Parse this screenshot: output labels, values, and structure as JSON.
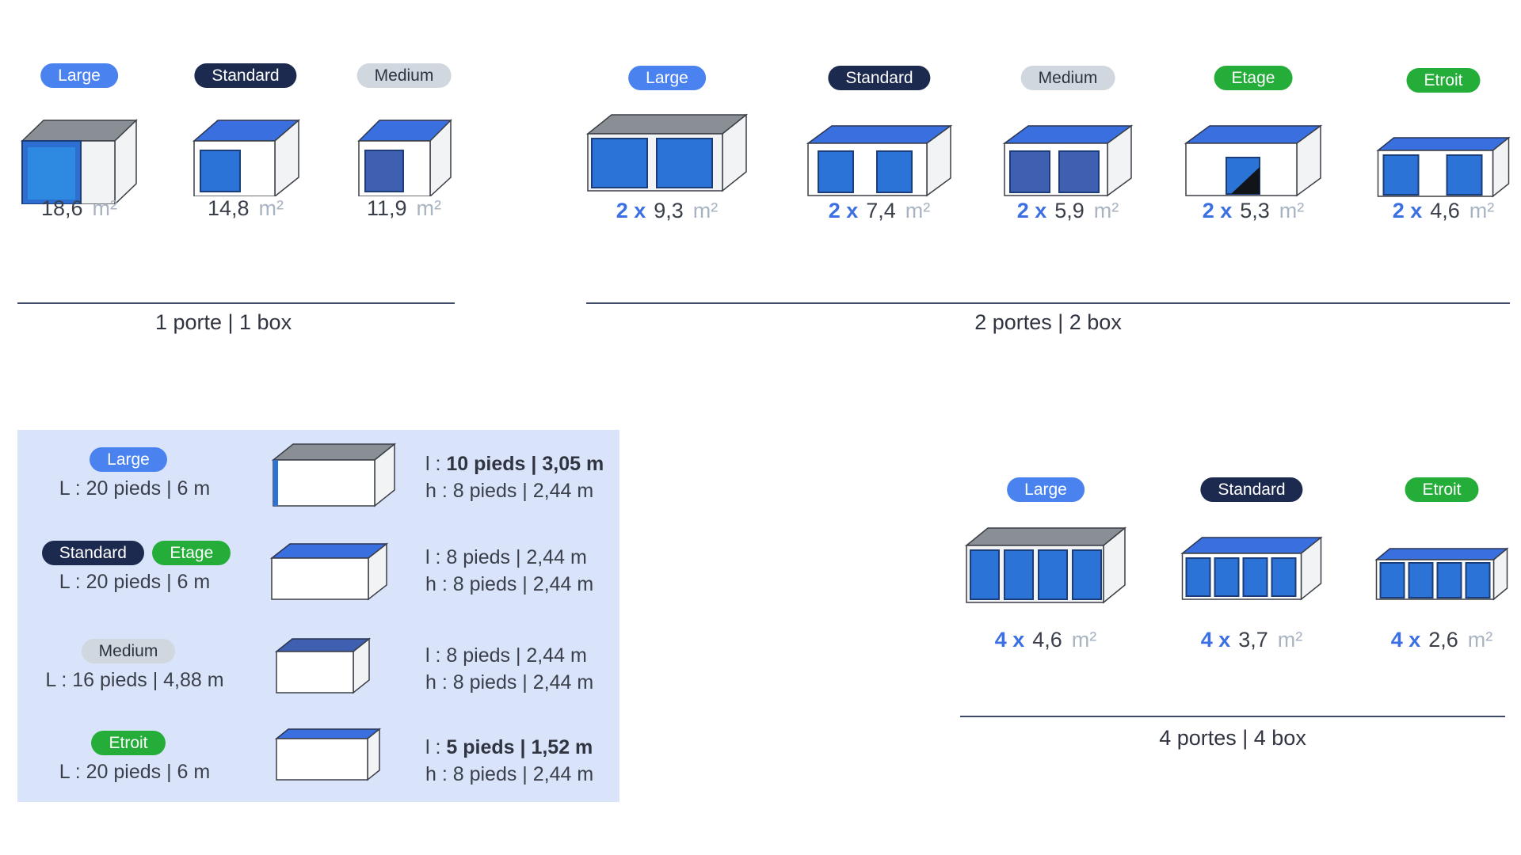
{
  "colors": {
    "large_badge": "#4a82f0",
    "standard_badge": "#1d2a4f",
    "medium_badge": "#d0d7de",
    "green_badge": "#25ad3a",
    "door_blue": "#2b73d6",
    "roof_blue": "#3a6fe0",
    "roof_gray": "#8a8f96",
    "legend_bg": "#d9e4fb"
  },
  "group1": {
    "label": "1 porte | 1 box",
    "units": [
      {
        "badge": "Large",
        "area": "18,6",
        "unit": "m²",
        "doors": 1,
        "roof": "gray"
      },
      {
        "badge": "Standard",
        "area": "14,8",
        "unit": "m²",
        "doors": 1,
        "roof": "blue"
      },
      {
        "badge": "Medium",
        "area": "11,9",
        "unit": "m²",
        "doors": 1,
        "roof": "blue"
      }
    ]
  },
  "group2": {
    "label": "2 portes | 2 box",
    "units": [
      {
        "badge": "Large",
        "mult": "2 x",
        "area": "9,3",
        "unit": "m²",
        "doors": 2,
        "roof": "gray"
      },
      {
        "badge": "Standard",
        "mult": "2 x",
        "area": "7,4",
        "unit": "m²",
        "doors": 2,
        "roof": "blue"
      },
      {
        "badge": "Medium",
        "mult": "2 x",
        "area": "5,9",
        "unit": "m²",
        "doors": 2,
        "roof": "blue"
      },
      {
        "badge": "Etage",
        "mult": "2 x",
        "area": "5,3",
        "unit": "m²",
        "doors": 1,
        "roof": "blue"
      },
      {
        "badge": "Etroit",
        "mult": "2 x",
        "area": "4,6",
        "unit": "m²",
        "doors": 2,
        "roof": "blue"
      }
    ]
  },
  "group4": {
    "label": "4 portes | 4 box",
    "units": [
      {
        "badge": "Large",
        "mult": "4 x",
        "area": "4,6",
        "unit": "m²",
        "doors": 4,
        "roof": "gray"
      },
      {
        "badge": "Standard",
        "mult": "4 x",
        "area": "3,7",
        "unit": "m²",
        "doors": 4,
        "roof": "blue"
      },
      {
        "badge": "Etroit",
        "mult": "4 x",
        "area": "2,6",
        "unit": "m²",
        "doors": 4,
        "roof": "blue"
      }
    ]
  },
  "legend": {
    "rows": [
      {
        "badges": [
          "Large"
        ],
        "length": "L : 20 pieds | 6 m",
        "width_prefix": "l : ",
        "width_bold": "10 pieds | 3,05 m",
        "width_plain": "",
        "height": "h : 8 pieds | 2,44 m"
      },
      {
        "badges": [
          "Standard",
          "Etage"
        ],
        "length": "L : 20 pieds | 6 m",
        "width_prefix": "",
        "width_bold": "",
        "width_plain": "l : 8 pieds | 2,44 m",
        "height": "h : 8 pieds | 2,44 m"
      },
      {
        "badges": [
          "Medium"
        ],
        "length": "L : 16 pieds | 4,88  m",
        "width_prefix": "",
        "width_bold": "",
        "width_plain": "l : 8 pieds | 2,44 m",
        "height": "h : 8 pieds | 2,44 m"
      },
      {
        "badges": [
          "Etroit"
        ],
        "length": "L : 20 pieds | 6 m",
        "width_prefix": "l : ",
        "width_bold": "5 pieds | 1,52 m",
        "width_plain": "",
        "height": "h : 8 pieds | 2,44 m"
      }
    ]
  }
}
